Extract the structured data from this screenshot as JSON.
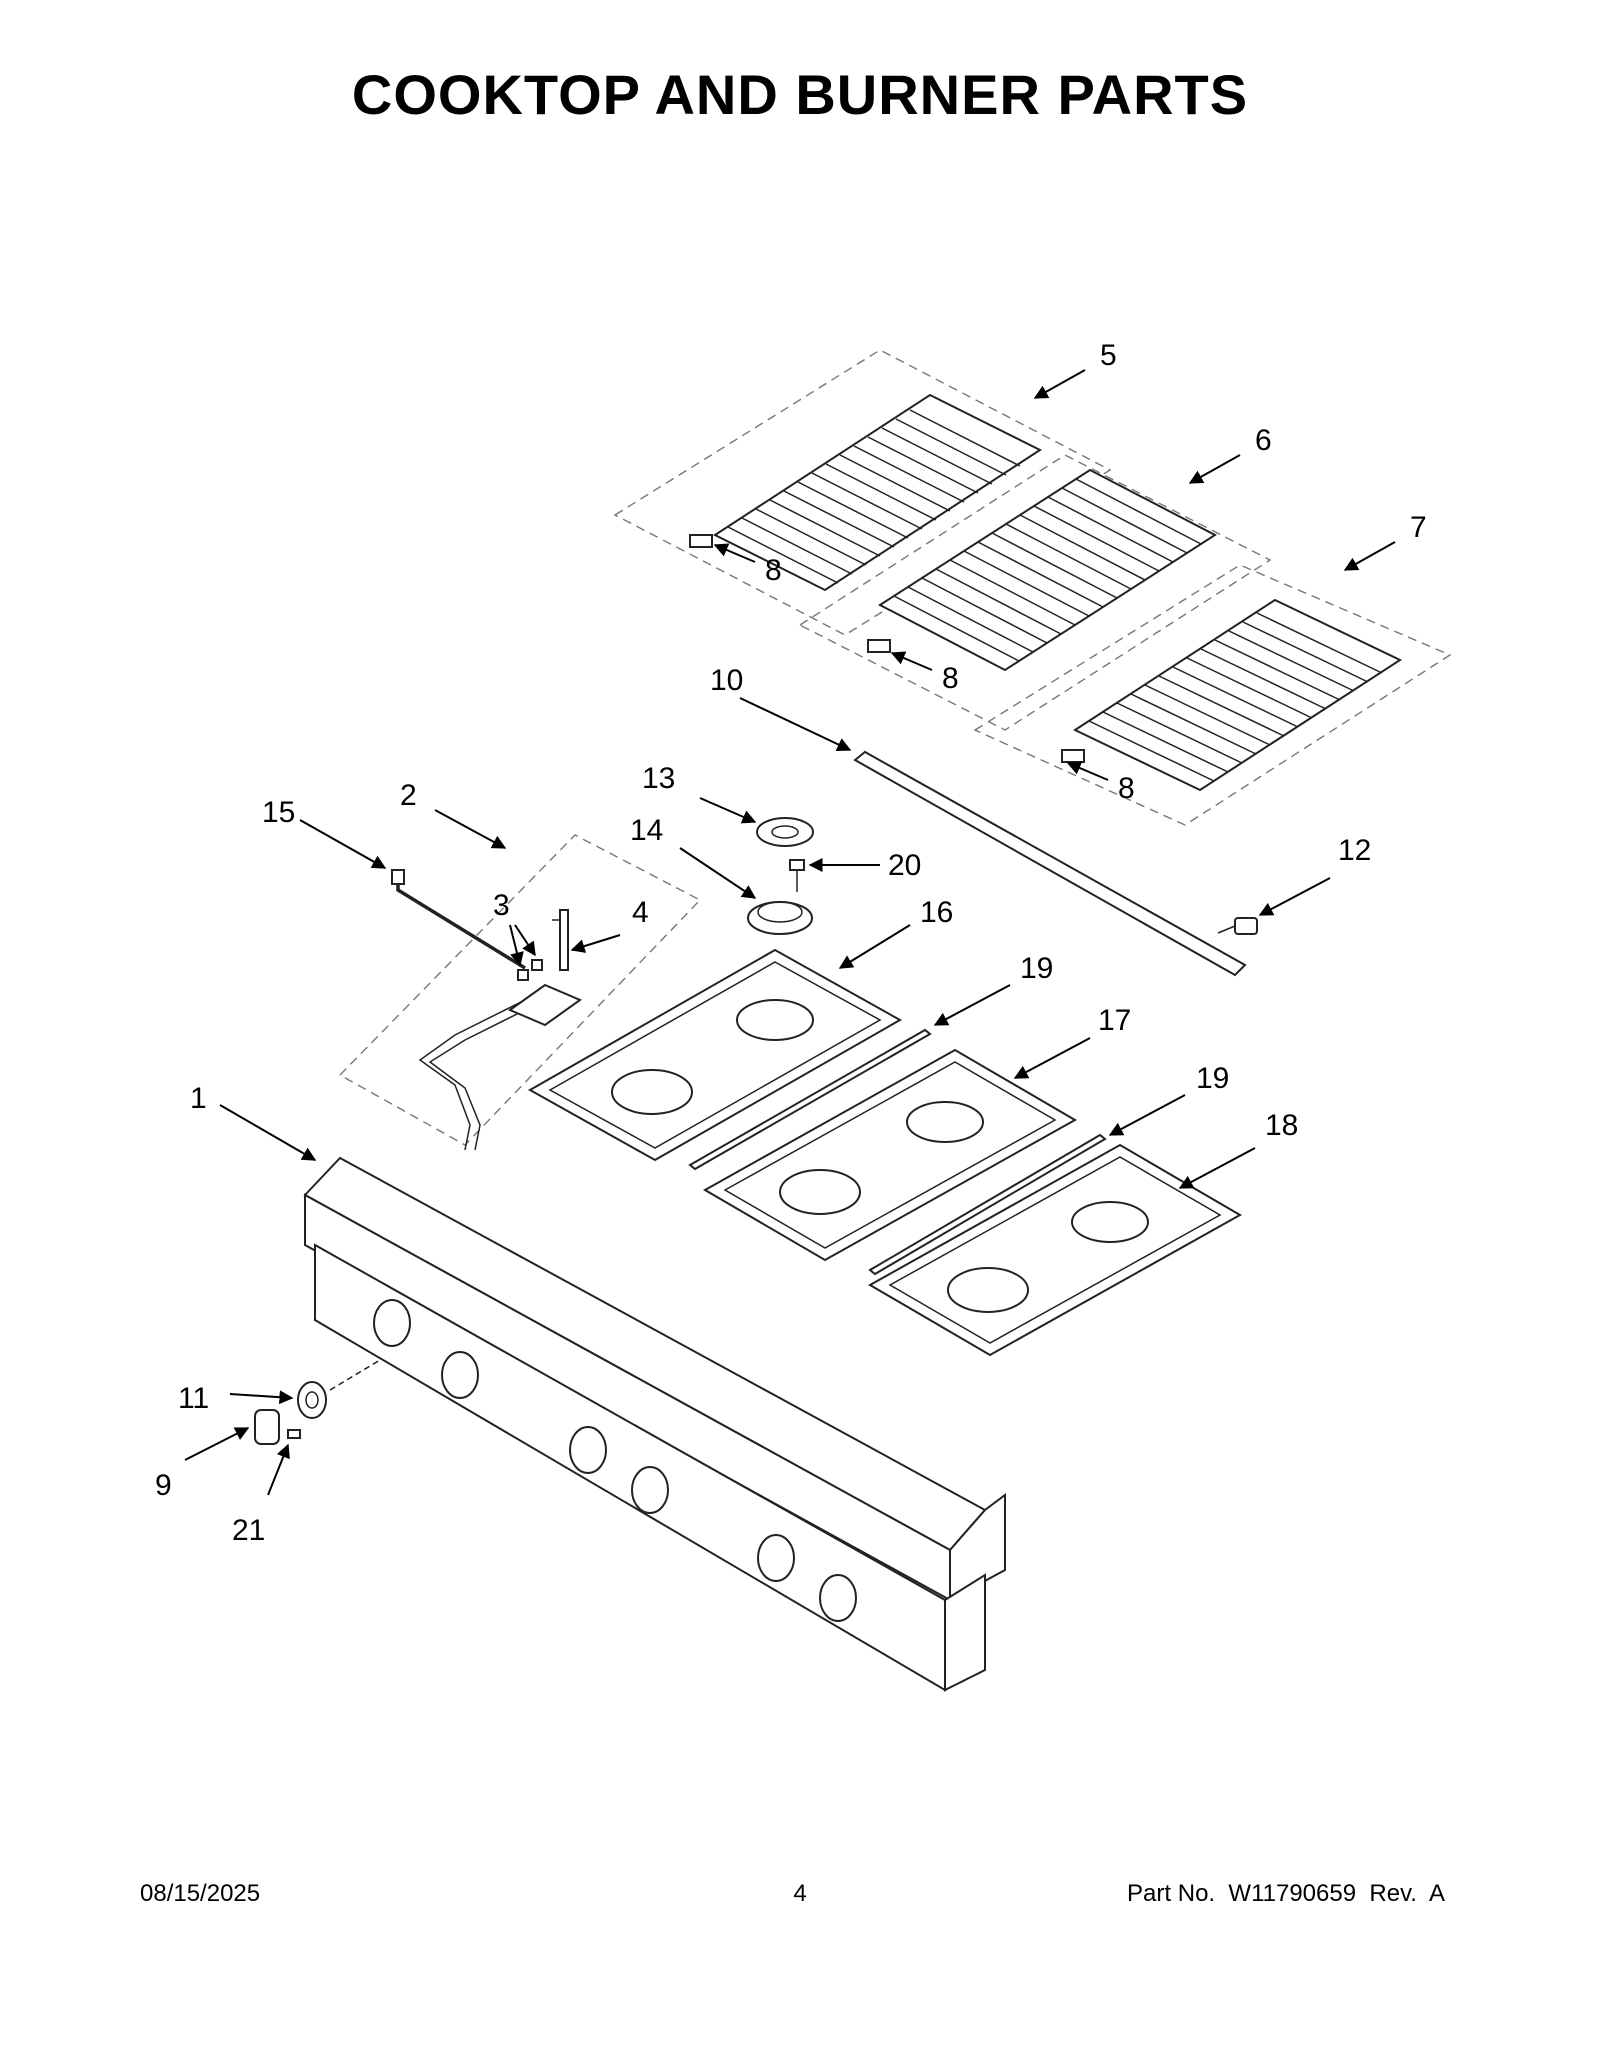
{
  "header": {
    "title": "COOKTOP AND BURNER PARTS"
  },
  "footer": {
    "date": "08/15/2025",
    "page": "4",
    "part_number": "Part No.  W11790659  Rev.  A"
  },
  "callouts": {
    "c1": "1",
    "c2": "2",
    "c3": "3",
    "c4": "4",
    "c5": "5",
    "c6": "6",
    "c7": "7",
    "c8a": "8",
    "c8b": "8",
    "c8c": "8",
    "c9": "9",
    "c10": "10",
    "c11": "11",
    "c12": "12",
    "c13": "13",
    "c14": "14",
    "c15": "15",
    "c16": "16",
    "c17": "17",
    "c18": "18",
    "c19a": "19",
    "c19b": "19",
    "c20": "20",
    "c21": "21"
  }
}
